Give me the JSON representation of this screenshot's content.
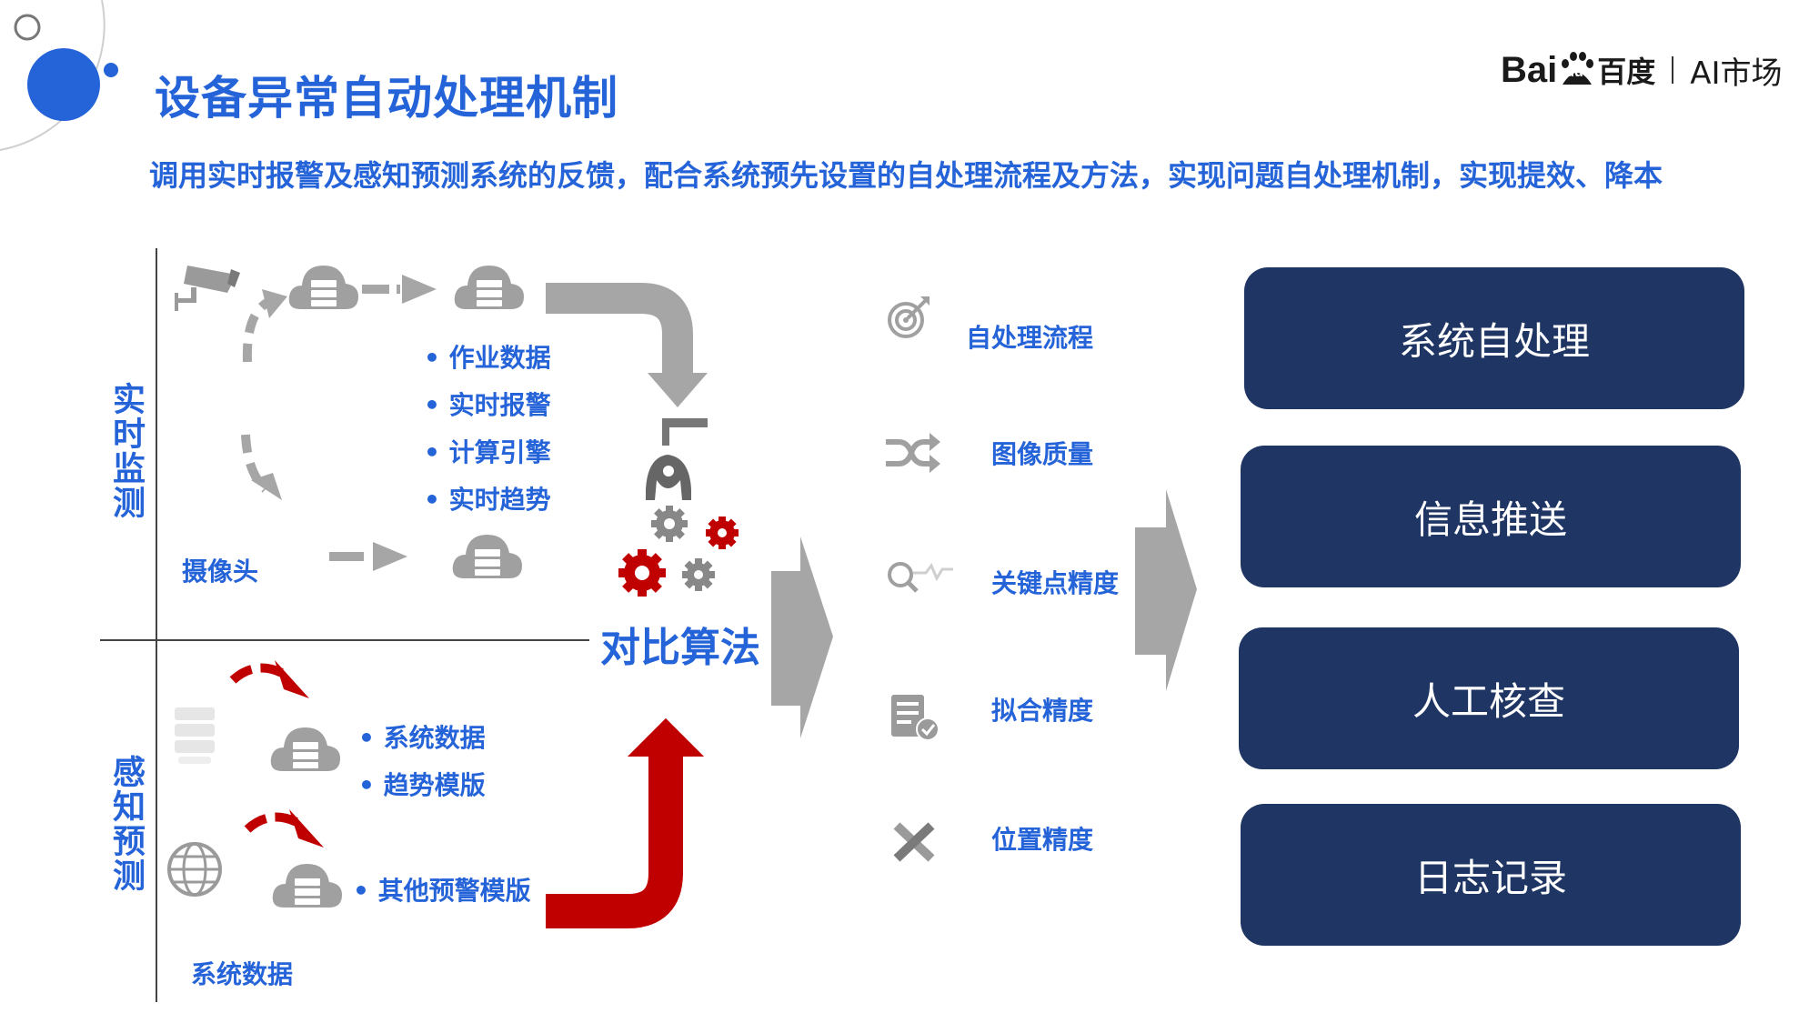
{
  "header": {
    "title": "设备异常自动处理机制",
    "subtitle": "调用实时报警及感知预测系统的反馈，配合系统预先设置的自处理流程及方法，实现问题自处理机制，实现提效、降本",
    "logo_baidu": "Bai",
    "logo_du": "du",
    "logo_baidu_cn": "百度",
    "logo_market": "AI市场"
  },
  "left": {
    "realtime_label": "实时监测",
    "perception_label": "感知预测",
    "camera_label": "摄像头",
    "realtime_items": [
      "作业数据",
      "实时报警",
      "计算引擎",
      "实时趋势"
    ],
    "perception_items": [
      "系统数据",
      "趋势模版"
    ],
    "perception_item_extra": "其他预警模版",
    "system_data_label": "系统数据",
    "algorithm_label": "对比算法"
  },
  "metrics": [
    "自处理流程",
    "图像质量",
    "关键点精度",
    "拟合精度",
    "位置精度"
  ],
  "actions": [
    "系统自处理",
    "信息推送",
    "人工核查",
    "日志记录"
  ],
  "colors": {
    "primary_blue": "#2563d8",
    "navy_box": "#1f3563",
    "arrow_gray": "#a6a6a6",
    "arrow_red": "#c00000"
  }
}
